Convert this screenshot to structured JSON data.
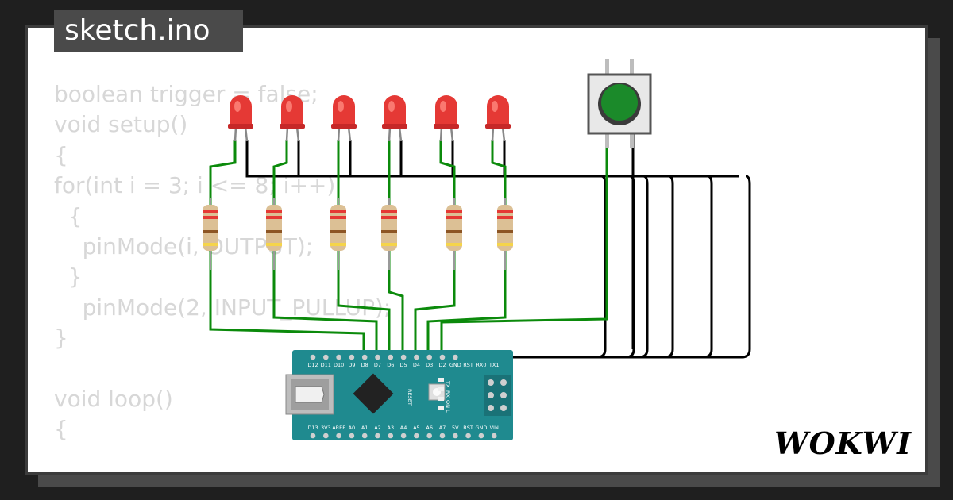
{
  "title": "sketch.ino",
  "brand": "WOKWI",
  "code_lines": [
    "boolean trigger = false;",
    "void setup()",
    "{",
    "for(int i = 3; i <= 8; i++)",
    "  {",
    "    pinMode(i, OUTPUT);",
    "  }",
    "    pinMode(2, INPUT_PULLUP);",
    "}",
    "",
    "void loop()",
    "{"
  ],
  "board": {
    "top_pins": [
      "D12",
      "D11",
      "D10",
      "D9",
      "D8",
      "D7",
      "D6",
      "D5",
      "D4",
      "D3",
      "D2",
      "GND",
      "RST",
      "RX0",
      "TX1"
    ],
    "bottom_pins": [
      "D13",
      "3V3",
      "AREF",
      "A0",
      "A1",
      "A2",
      "A3",
      "A4",
      "A5",
      "A6",
      "A7",
      "5V",
      "RST",
      "GND",
      "VIN"
    ],
    "reset_label": "RESET",
    "led_labels": [
      "TX",
      "RX",
      "ON",
      "L"
    ]
  },
  "colors": {
    "wire_signal": "#0b8a0b",
    "wire_ground": "#000000",
    "board": "#1f8a8f",
    "led": "#e53935",
    "button_cap": "#1b8a2a"
  },
  "icons": [
    "led-icon",
    "resistor-icon",
    "pushbutton-icon",
    "arduino-nano-icon"
  ]
}
